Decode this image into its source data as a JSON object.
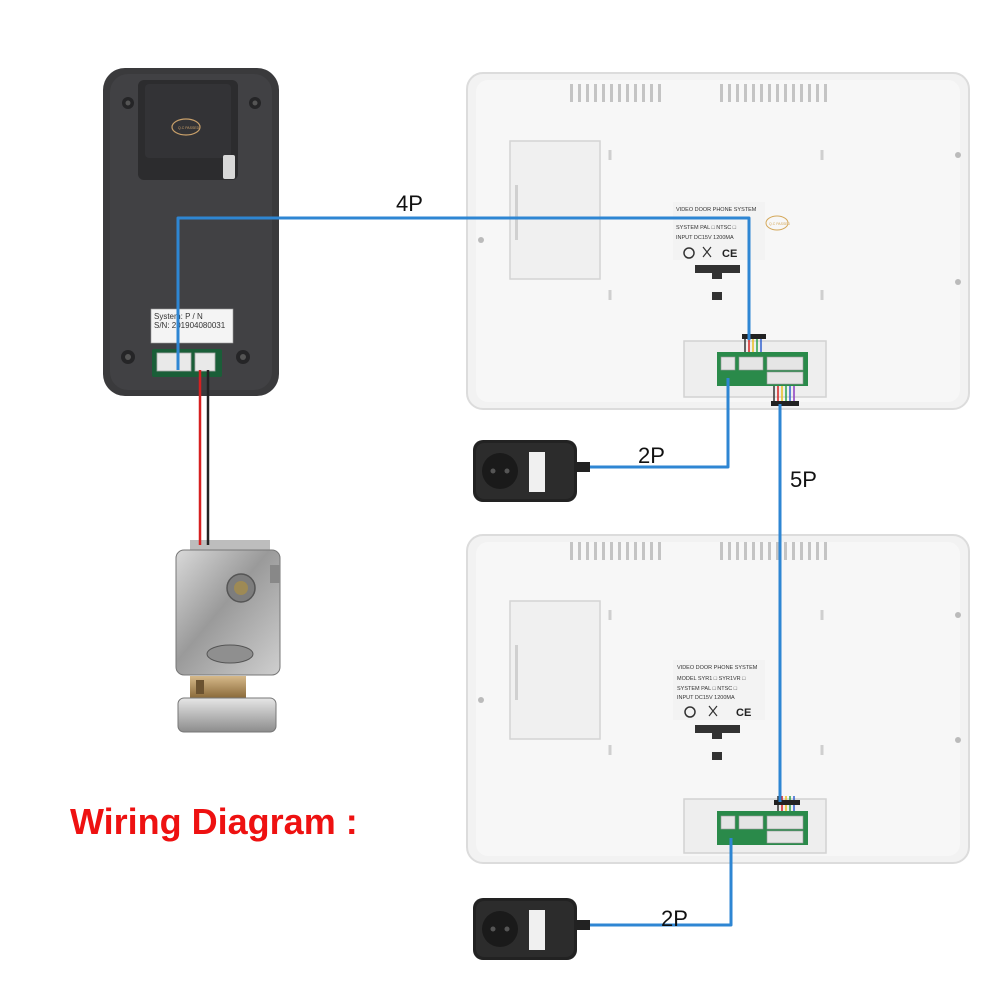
{
  "title": "Wiring Diagram :",
  "cable_labels": {
    "outdoor_to_monitor": "4P",
    "monitor_link": "5P",
    "power_monitor1": "2P",
    "power_monitor2": "2P"
  },
  "doorbell": {
    "sticker_line1": "System: P / N",
    "sticker_line2": "S/N: 201904080031",
    "badge": "Q.C PASSED"
  },
  "monitor1": {
    "label_title": "VIDEO DOOR PHONE SYSTEM",
    "label_line1": "SYSTEM  PAL □   NTSC □",
    "label_line2": "INPUT   DC15V     1200MA",
    "ce": "CE",
    "badge": "Q.C PASSED"
  },
  "monitor2": {
    "label_title": "VIDEO DOOR PHONE SYSTEM",
    "label_line1": "MODEL  SYR1 □   SYR1VR □",
    "label_line2": "SYSTEM  PAL □   NTSC □",
    "label_line3": "INPUT   DC15V     1200MA",
    "ce": "CE"
  },
  "colors": {
    "title": "#ee1111",
    "cable": "#2e86d3",
    "lock_wire_red": "#d62020",
    "lock_wire_black": "#222222"
  }
}
